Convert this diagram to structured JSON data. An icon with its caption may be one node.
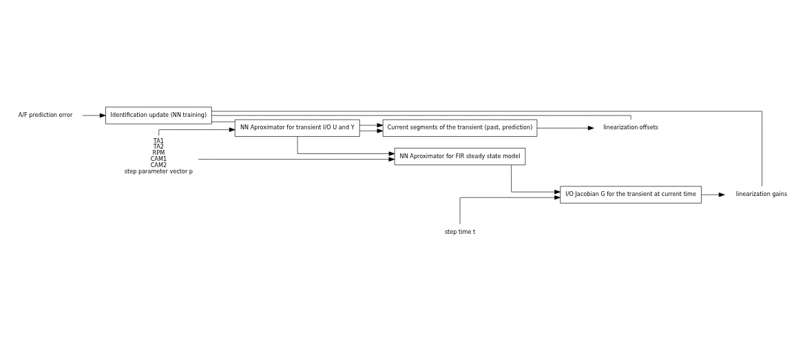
{
  "diagram": {
    "nodes": [
      {
        "text": [
          "TA1",
          "TA2",
          "RPM",
          "CAM1",
          "CAM2",
          "step parameter vector p"
        ]
      },
      {
        "text": [
          "NN Aproximator for FIR steady state model"
        ]
      },
      {
        "text": [
          "NN Aproximator for transient I/O U and Y"
        ]
      },
      {
        "text": [
          "I/O Jacobian G for the transient at current time"
        ]
      },
      {
        "text": [
          "Current segments of the transient (past, prediction)"
        ]
      },
      {
        "text": [
          "step time t"
        ]
      },
      {
        "text": [
          "A/F prediction error"
        ]
      },
      {
        "text": [
          "Identification update (NN training)"
        ]
      },
      {
        "text": [
          "linearization gains"
        ]
      },
      {
        "text": [
          "linearization offsets"
        ]
      }
    ],
    "edges": [
      {
        "from": 0,
        "to": 1,
        "arrow": "to"
      },
      {
        "from": 0,
        "to": 2,
        "arrow": "to"
      },
      {
        "from": 2,
        "to": 1,
        "arrow": "to"
      },
      {
        "from": 1,
        "to": 3,
        "arrow": "to"
      },
      {
        "from": 5,
        "to": 3,
        "arrow": "to"
      },
      {
        "from": 2,
        "to": 4,
        "arrow": "to"
      },
      {
        "from": 2,
        "to": 4,
        "arrow": "to"
      },
      {
        "from": 3,
        "to": 8,
        "arrow": "to"
      },
      {
        "from": 4,
        "to": 9,
        "arrow": "to"
      },
      {
        "from": 6,
        "to": 7,
        "arrow": "to"
      },
      {
        "from": 7,
        "to": 2,
        "arrow": "none"
      },
      {
        "from": 7,
        "to": 8,
        "arrow": "none"
      },
      {
        "from": 7,
        "to": 9,
        "arrow": "none"
      }
    ]
  }
}
